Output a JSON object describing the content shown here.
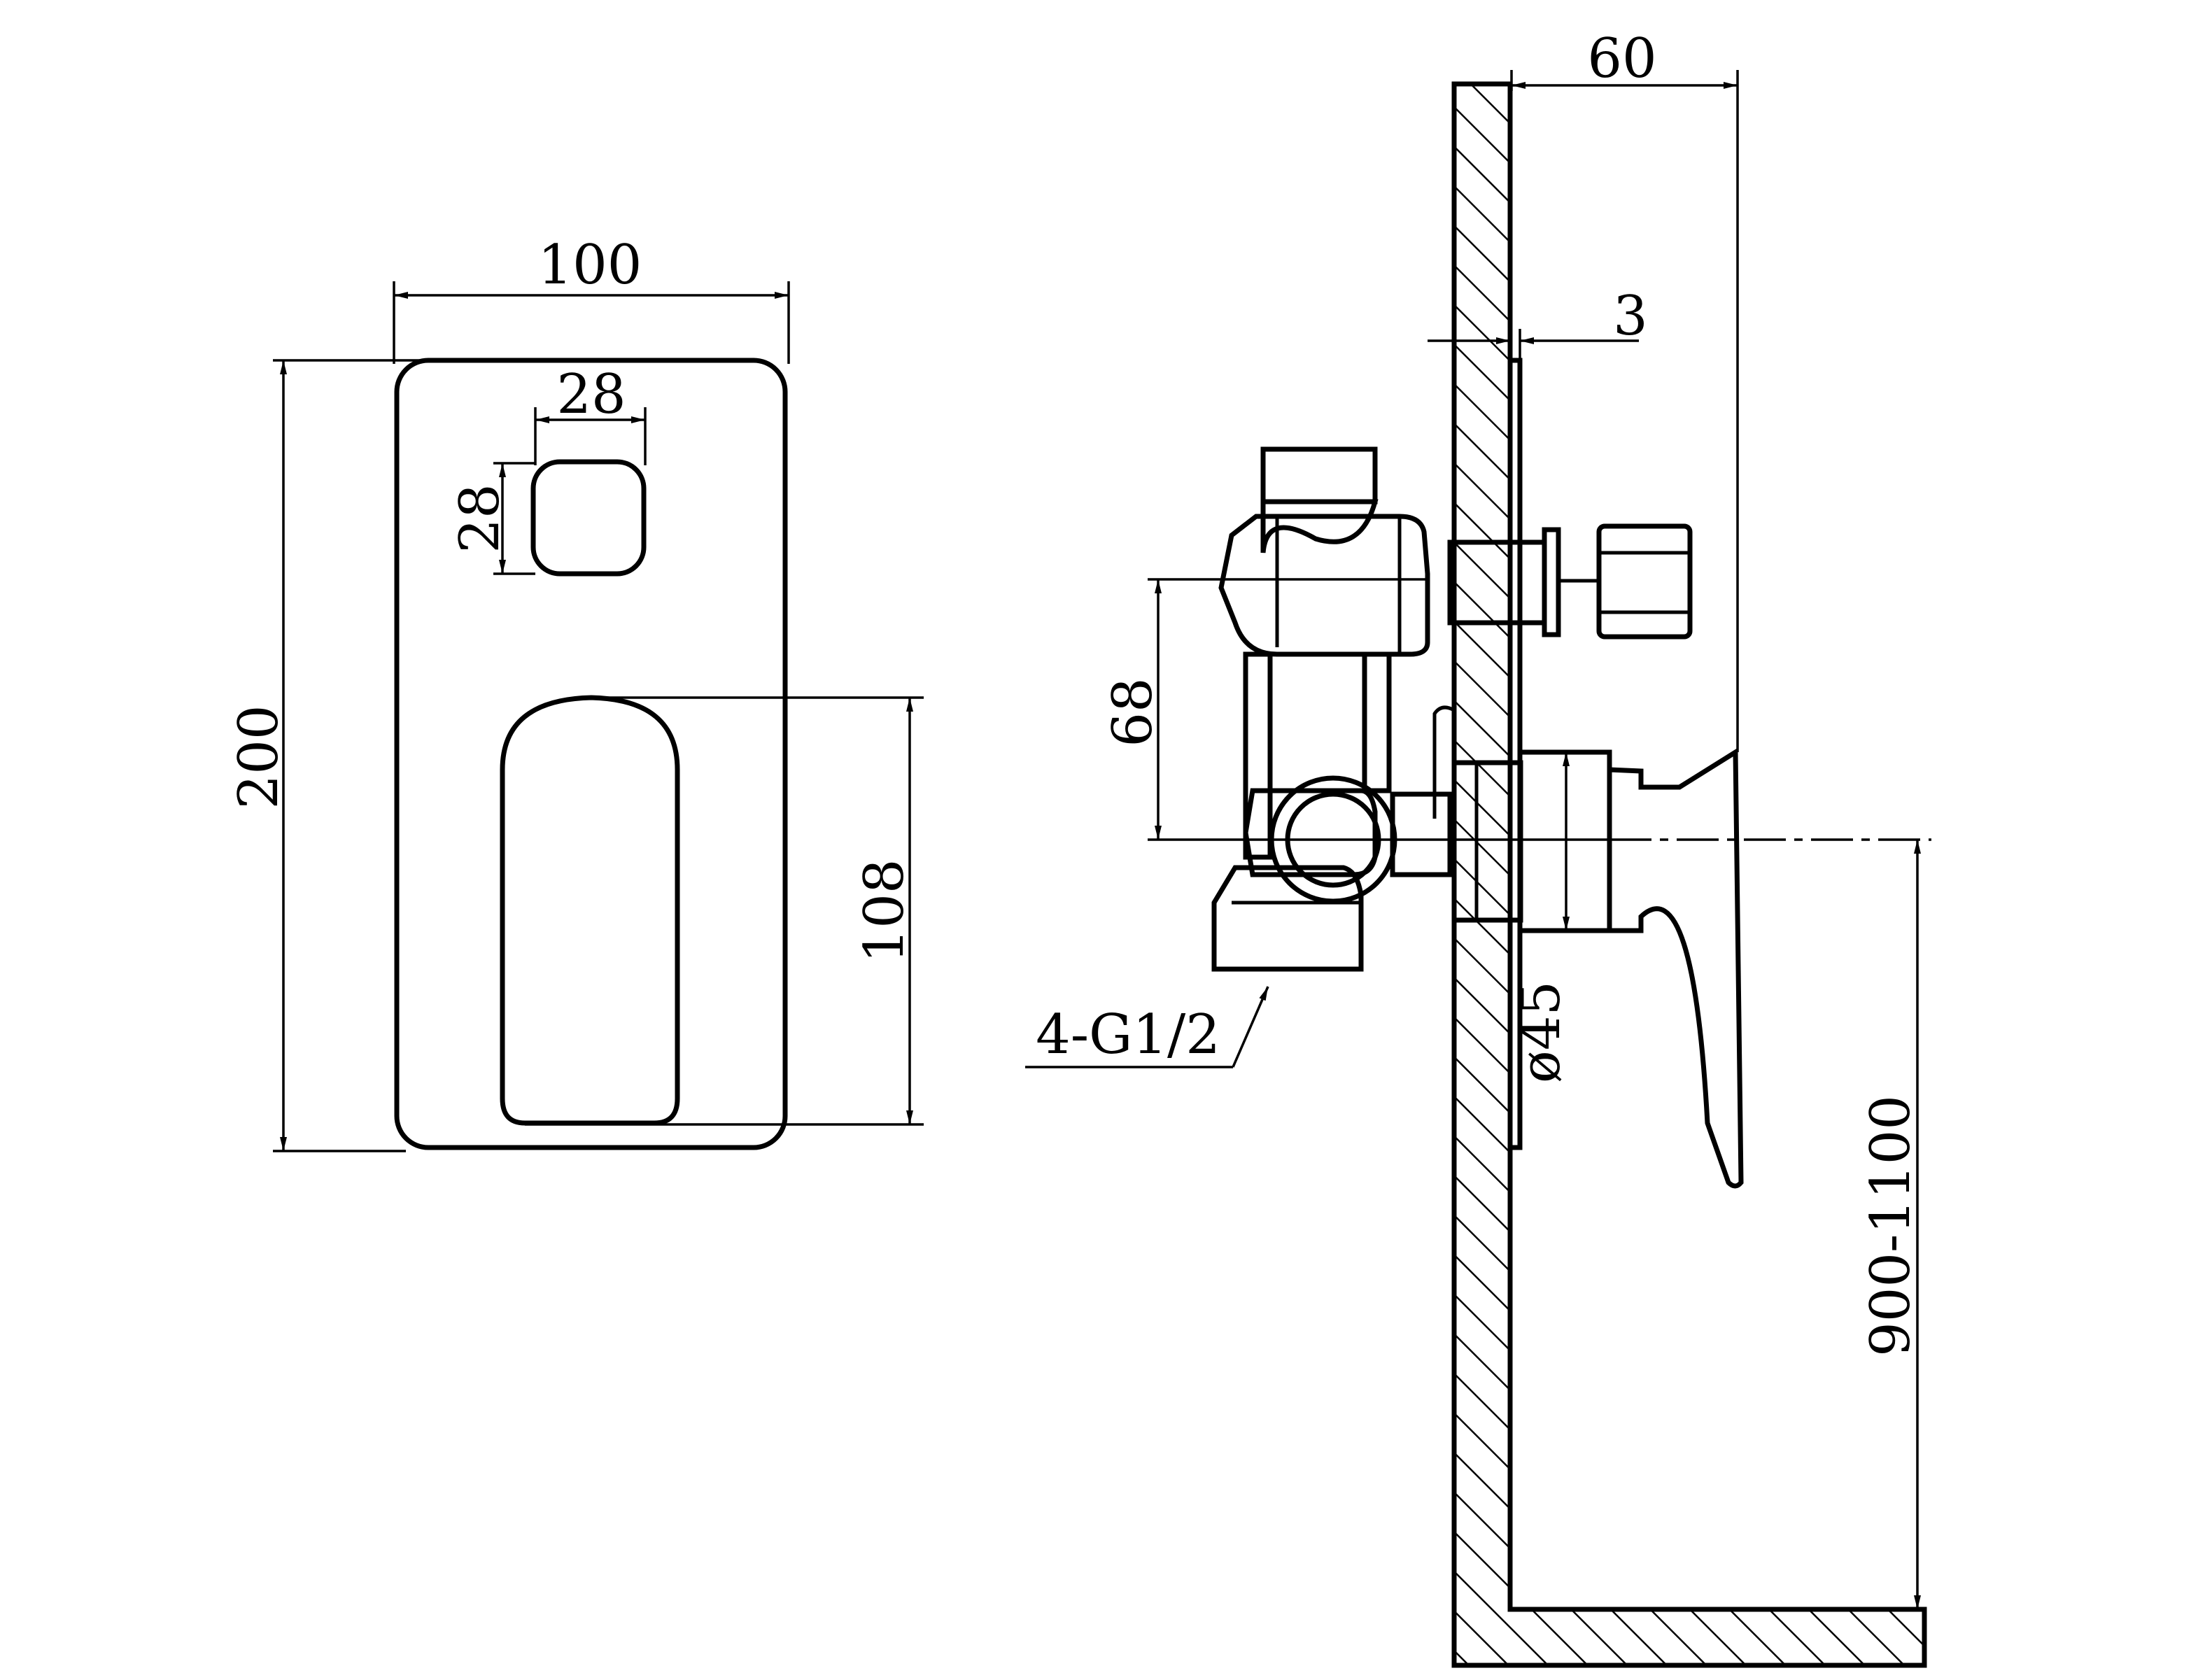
{
  "front_view": {
    "width_label": "100",
    "height_label": "200",
    "button_width_label": "28",
    "button_height_label": "28",
    "lever_height_label": "108"
  },
  "side_view": {
    "depth_label": "60",
    "plate_thickness_label": "3",
    "center_distance_label": "68",
    "connection_label": "4-G1/2",
    "diameter_label": "ø45",
    "install_height_label": "900-1100"
  },
  "colors": {
    "line": "#000000",
    "background": "#ffffff"
  }
}
